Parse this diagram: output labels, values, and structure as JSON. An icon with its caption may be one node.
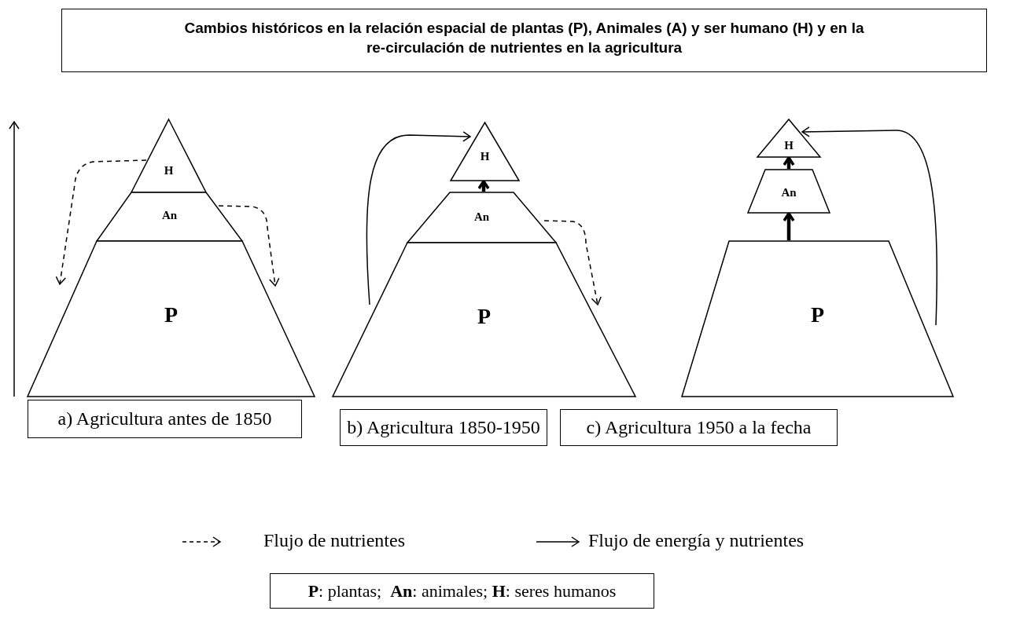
{
  "diagram": {
    "title": "Cambios históricos en la relación espacial de plantas (P), Animales (A) y ser humano (H) y en la re-circulación de nutrientes en la agricultura",
    "nodes": [
      {
        "text": [
          "H"
        ]
      },
      {
        "text": [
          "An"
        ]
      },
      {
        "text": [
          "P"
        ]
      },
      {
        "text": [
          "a) Agricultura antes de 1850"
        ]
      },
      {
        "text": [
          "H"
        ]
      },
      {
        "text": [
          "An"
        ]
      },
      {
        "text": [
          "P"
        ]
      },
      {
        "text": [
          "b) Agricultura 1850-1950"
        ]
      },
      {
        "text": [
          "H"
        ]
      },
      {
        "text": [
          "An"
        ]
      },
      {
        "text": [
          "P"
        ]
      },
      {
        "text": [
          "c) Agricultura 1950 a la fecha"
        ]
      },
      {
        "text": [
          "**P**: plantas;  **An**: animales; **H**: seres humanos"
        ]
      }
    ],
    "edges": [
      {
        "from": 0,
        "to": 2,
        "arrow": "to",
        "style": "dashed"
      },
      {
        "from": 1,
        "to": 2,
        "arrow": "to",
        "style": "dashed"
      },
      {
        "from": 6,
        "to": 4,
        "arrow": "to"
      },
      {
        "from": 5,
        "to": 4,
        "arrow": "to",
        "style": "thick"
      },
      {
        "from": 5,
        "to": 6,
        "arrow": "to",
        "style": "dashed"
      },
      {
        "from": 9,
        "to": 8,
        "arrow": "to",
        "style": "thick"
      },
      {
        "from": 10,
        "to": 9,
        "arrow": "to",
        "style": "thick"
      },
      {
        "from": 10,
        "to": 8,
        "arrow": "to"
      }
    ],
    "legend": [
      {
        "text": "Flujo de nutrientes"
      },
      {
        "text": "Flujo de energía y nutrientes"
      }
    ]
  }
}
